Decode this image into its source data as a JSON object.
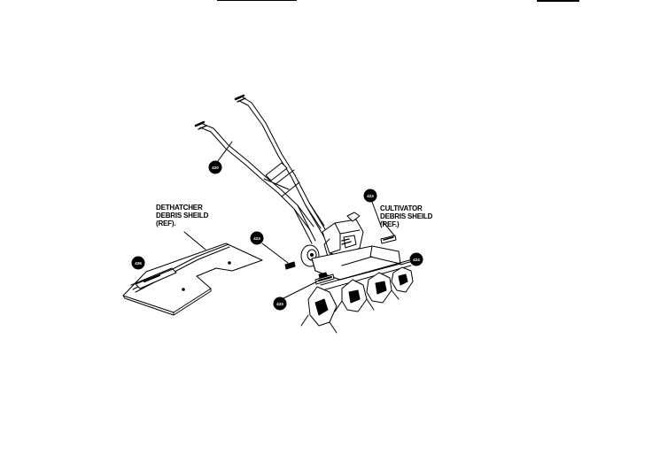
{
  "labels": {
    "dethatcher": [
      "DETHATCHER",
      "DEBRIS SHEILD",
      "(REF)."
    ],
    "cultivator": [
      "CULTIVATOR",
      "DEBRIS SHEILD",
      "(REF.)"
    ]
  },
  "callouts": [
    "426",
    "420",
    "423",
    "423",
    "423",
    "424"
  ],
  "colors": {
    "ink": "#000000",
    "paper": "#ffffff"
  }
}
